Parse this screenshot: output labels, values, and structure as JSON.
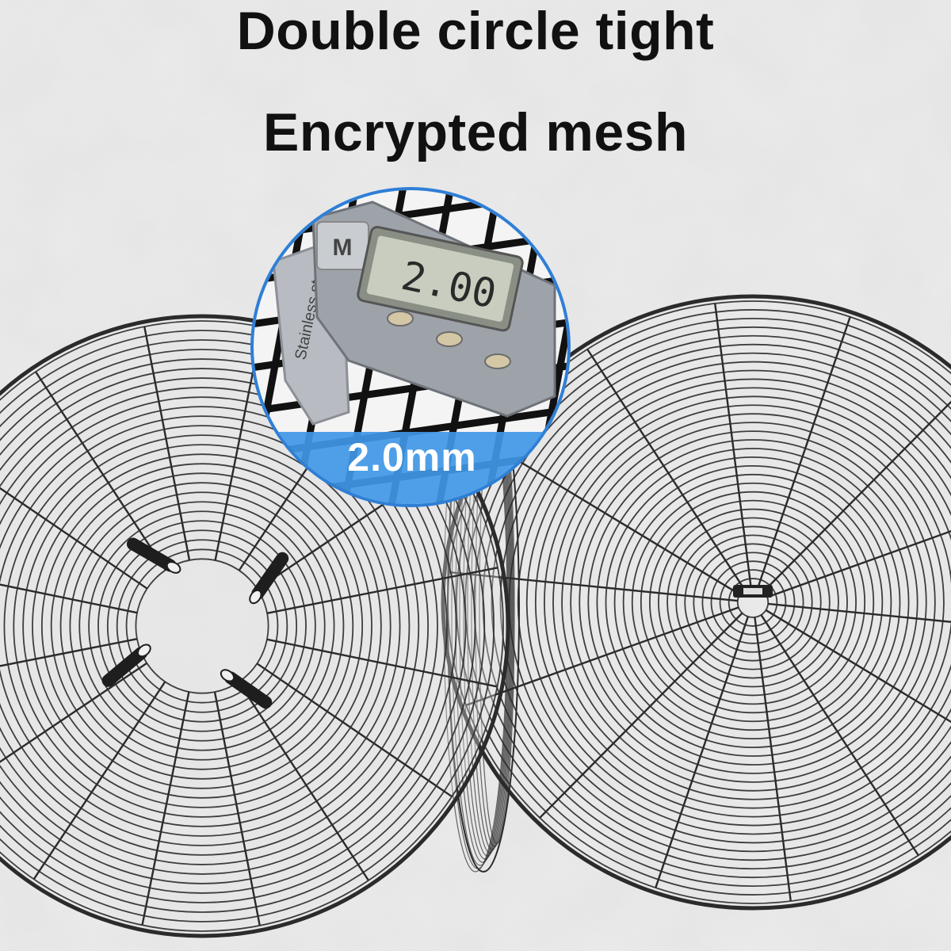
{
  "headline": {
    "line1": "Double circle tight",
    "line2": "Encrypted mesh"
  },
  "callout": {
    "measurement_label": "2.0mm",
    "caliper_reading": "2.00",
    "caliper_brand": "M",
    "caliper_material": "Stainless steel"
  },
  "colors": {
    "background": "#dedede",
    "wire": "#2b2b2b",
    "callout_border": "#2f7fd6",
    "callout_band": "#3f97e6",
    "headline": "#111111"
  }
}
